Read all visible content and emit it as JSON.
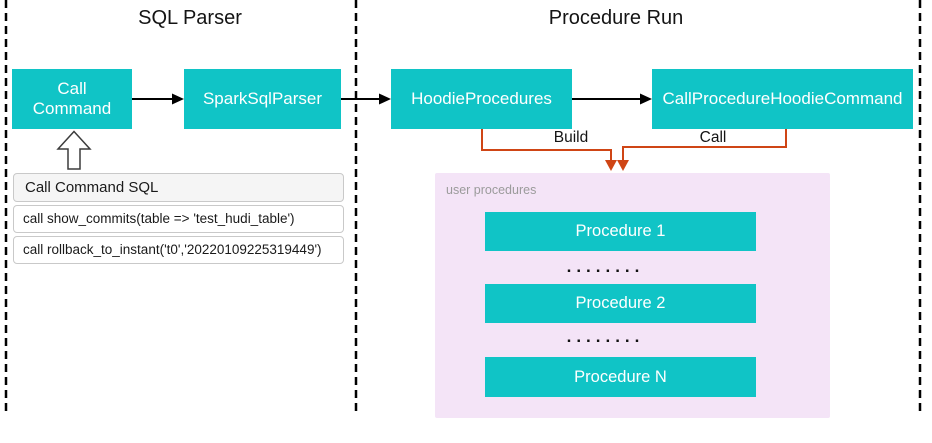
{
  "diagram": {
    "sections": [
      {
        "title": "SQL Parser"
      },
      {
        "title": "Procedure Run"
      }
    ],
    "nodes": {
      "call_command": "Call Command",
      "spark_sql_parser": "SparkSqlParser",
      "hoodie_procedures": "HoodieProcedures",
      "call_procedure_hoodie_command": "CallProcedureHoodieCommand"
    },
    "edge_labels": {
      "build": "Build",
      "call": "Call"
    },
    "sql_table": {
      "header": "Call Command SQL",
      "rows": [
        "call show_commits(table => 'test_hudi_table')",
        "call rollback_to_instant('t0','20220109225319449')"
      ]
    },
    "user_procedures": {
      "label": "user procedures",
      "items": [
        "Procedure 1",
        "Procedure 2",
        "Procedure N"
      ],
      "separator_dots": "........"
    },
    "colors": {
      "node_fill": "#10C4C6",
      "node_text": "#FFFFFF",
      "connector_black": "#000000",
      "connector_red": "#CF4515",
      "user_procedures_bg": "#F4E4F7",
      "user_procedures_label": "#9B9B9B",
      "table_header_bg": "#F5F5F5",
      "table_border": "#C9C9C9",
      "dashed_border": "#000000"
    }
  }
}
